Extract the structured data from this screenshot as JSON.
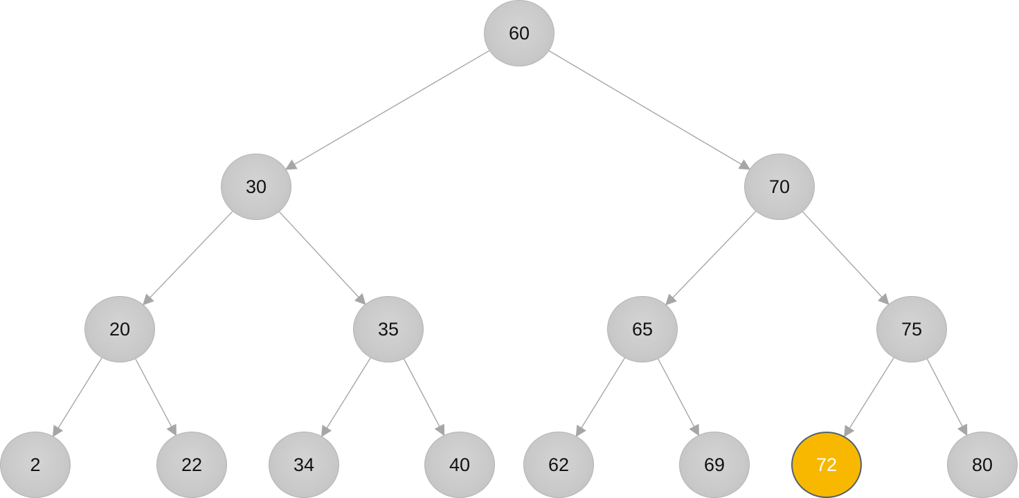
{
  "tree": {
    "highlight_color": "#f8b800",
    "node_color": "#c9c9c9",
    "edge_color": "#a6a6a6",
    "nodes": [
      {
        "id": "n60",
        "value": "60"
      },
      {
        "id": "n30",
        "value": "30"
      },
      {
        "id": "n70",
        "value": "70"
      },
      {
        "id": "n20",
        "value": "20"
      },
      {
        "id": "n35",
        "value": "35"
      },
      {
        "id": "n65",
        "value": "65"
      },
      {
        "id": "n75",
        "value": "75"
      },
      {
        "id": "n2",
        "value": "2"
      },
      {
        "id": "n22",
        "value": "22"
      },
      {
        "id": "n34",
        "value": "34"
      },
      {
        "id": "n40",
        "value": "40"
      },
      {
        "id": "n62",
        "value": "62"
      },
      {
        "id": "n69",
        "value": "69"
      },
      {
        "id": "n72",
        "value": "72",
        "highlighted": true
      },
      {
        "id": "n80",
        "value": "80"
      }
    ],
    "edges": [
      {
        "from": "n60",
        "to": "n30"
      },
      {
        "from": "n60",
        "to": "n70"
      },
      {
        "from": "n30",
        "to": "n20"
      },
      {
        "from": "n30",
        "to": "n35"
      },
      {
        "from": "n70",
        "to": "n65"
      },
      {
        "from": "n70",
        "to": "n75"
      },
      {
        "from": "n20",
        "to": "n2"
      },
      {
        "from": "n20",
        "to": "n22"
      },
      {
        "from": "n35",
        "to": "n34"
      },
      {
        "from": "n35",
        "to": "n40"
      },
      {
        "from": "n65",
        "to": "n62"
      },
      {
        "from": "n65",
        "to": "n69"
      },
      {
        "from": "n75",
        "to": "n72"
      },
      {
        "from": "n75",
        "to": "n80"
      }
    ]
  }
}
